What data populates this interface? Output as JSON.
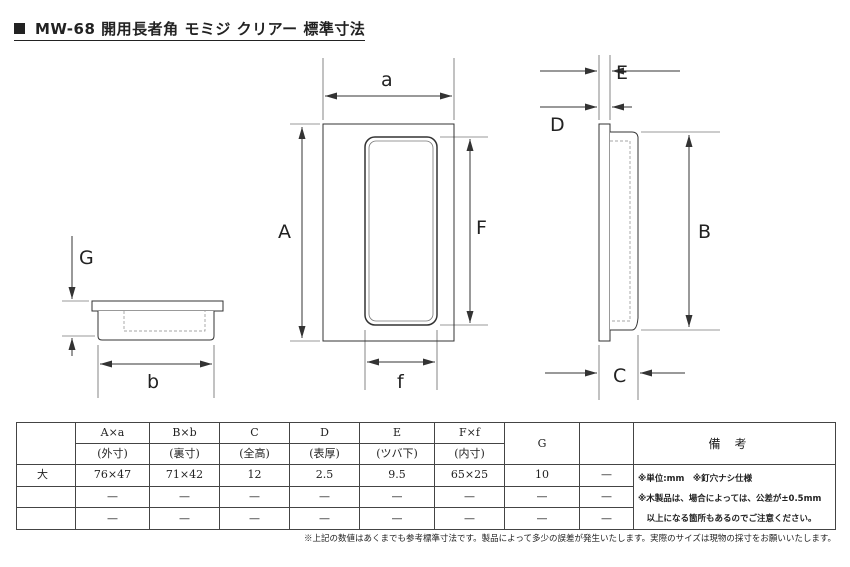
{
  "title": "MW-68 開用長者角 モミジ クリアー 標準寸法",
  "diagram": {
    "labels": {
      "a": "a",
      "A": "A",
      "F": "F",
      "f": "f",
      "E": "E",
      "D": "D",
      "B": "B",
      "C": "C",
      "G": "G",
      "b": "b"
    }
  },
  "table": {
    "headers": [
      {
        "top": "A×a",
        "bottom": "(外寸)"
      },
      {
        "top": "B×b",
        "bottom": "(裏寸)"
      },
      {
        "top": "C",
        "bottom": "(全高)"
      },
      {
        "top": "D",
        "bottom": "(表厚)"
      },
      {
        "top": "E",
        "bottom": "(ツバ下)"
      },
      {
        "top": "F×f",
        "bottom": "(内寸)"
      },
      {
        "top": "G",
        "bottom": ""
      },
      {
        "top": "",
        "bottom": ""
      }
    ],
    "notes_header": "備考",
    "rows": [
      {
        "label": "大",
        "values": [
          "76×47",
          "71×42",
          "12",
          "2.5",
          "9.5",
          "65×25",
          "10",
          "—"
        ]
      },
      {
        "label": "",
        "values": [
          "—",
          "—",
          "—",
          "—",
          "—",
          "—",
          "—",
          "—"
        ]
      },
      {
        "label": "",
        "values": [
          "—",
          "—",
          "—",
          "—",
          "—",
          "—",
          "—",
          "—"
        ]
      }
    ],
    "notes": [
      "※単位:mm　※釘穴ナシ仕様",
      "※木製品は、場合によっては、公差が±0.5mm",
      "　以上になる箇所もあるのでご注意ください。"
    ]
  },
  "footnote": "※上記の数値はあくまでも参考標準寸法です。製品によって多少の誤差が発生いたします。実際のサイズは現物の採寸をお願いいたします。"
}
